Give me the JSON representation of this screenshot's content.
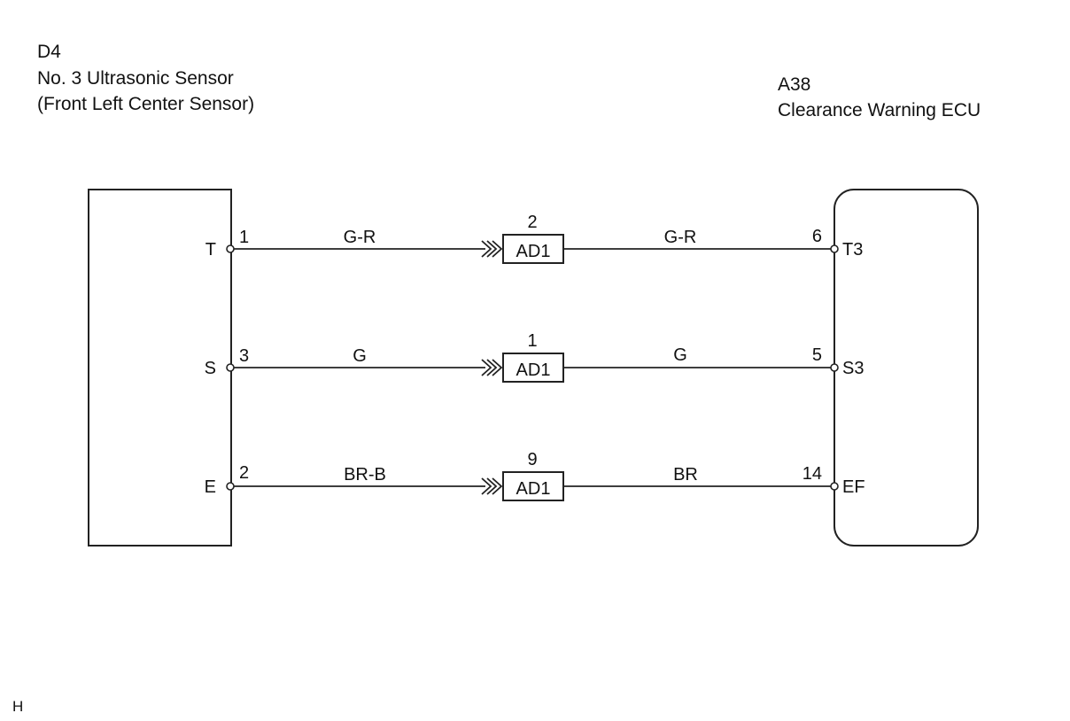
{
  "left_component": {
    "code": "D4",
    "name": "No. 3 Ultrasonic Sensor",
    "subname": "(Front Left Center Sensor)"
  },
  "right_component": {
    "code": "A38",
    "name": "Clearance Warning ECU"
  },
  "connector_name": "AD1",
  "wires": [
    {
      "left_terminal": "T",
      "left_pin": "1",
      "left_color": "G-R",
      "connector_pin": "2",
      "right_color": "G-R",
      "right_pin": "6",
      "right_terminal": "T3"
    },
    {
      "left_terminal": "S",
      "left_pin": "3",
      "left_color": "G",
      "connector_pin": "1",
      "right_color": "G",
      "right_pin": "5",
      "right_terminal": "S3"
    },
    {
      "left_terminal": "E",
      "left_pin": "2",
      "left_color": "BR-B",
      "connector_pin": "9",
      "right_color": "BR",
      "right_pin": "14",
      "right_terminal": "EF"
    }
  ],
  "footer_code": "H"
}
